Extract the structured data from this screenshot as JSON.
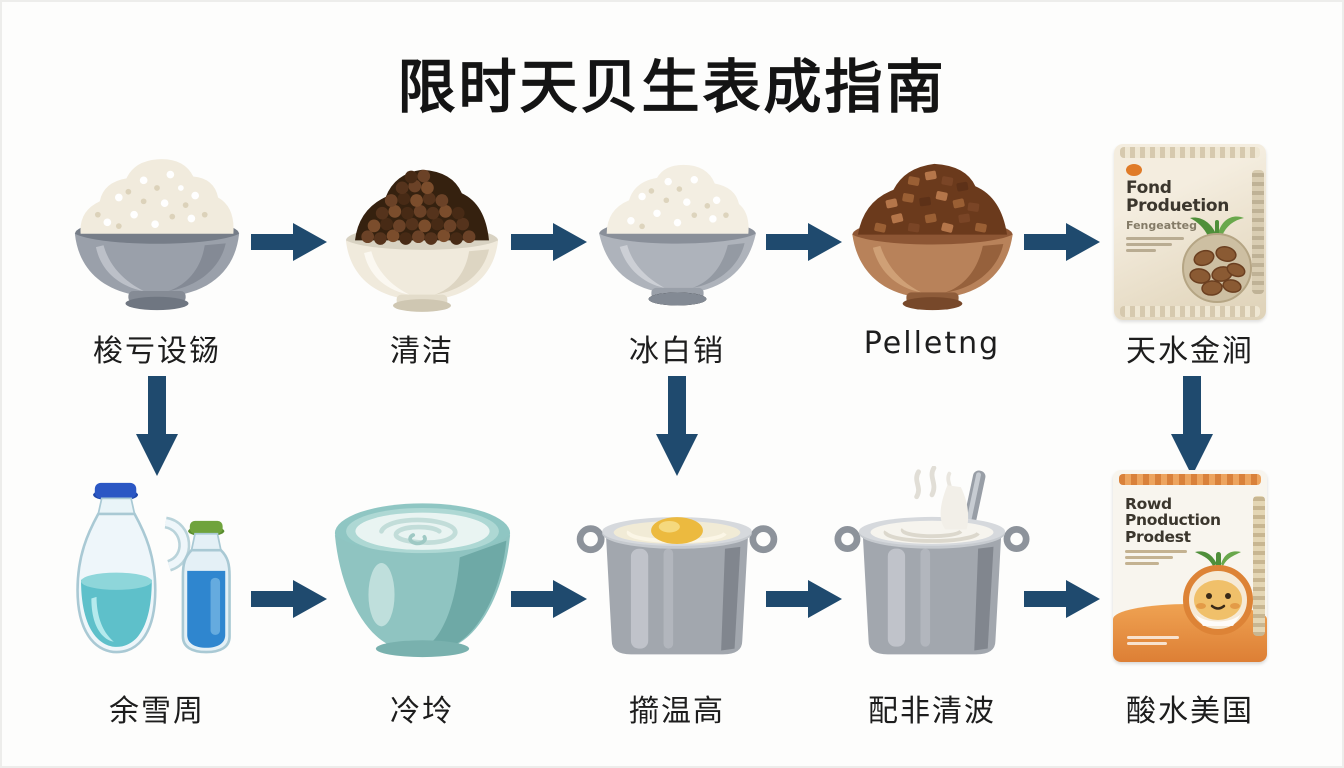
{
  "title": "限时天贝生表成指南",
  "arrow_color": "#1f4a6e",
  "steps": {
    "row1": [
      {
        "label": "梭亏设铴",
        "icon": "rice-bowl-gray"
      },
      {
        "label": "清洁",
        "icon": "pellet-bowl-white"
      },
      {
        "label": "冰白销",
        "icon": "rice-bowl-gray-2"
      },
      {
        "label": "Pelletng",
        "icon": "crumble-bowl-terracotta"
      },
      {
        "label": "天水金涧",
        "icon": "product-bag-beige"
      }
    ],
    "row2": [
      {
        "label": "余雪周",
        "icon": "water-bottles"
      },
      {
        "label": "冷坽",
        "icon": "teal-water-tub"
      },
      {
        "label": "擶温高",
        "icon": "pot-with-egg"
      },
      {
        "label": "配非清波",
        "icon": "pot-with-milk-spoon"
      },
      {
        "label": "酸水美国",
        "icon": "product-bag-orange"
      }
    ]
  },
  "package_beige": {
    "brand_line1": "Fond",
    "brand_line2": "Produetion",
    "subtitle": "Fengeatteg"
  },
  "package_orange": {
    "brand_line1": "Rowd",
    "brand_line2": "Pnoduction",
    "brand_line3": "Prodest"
  }
}
